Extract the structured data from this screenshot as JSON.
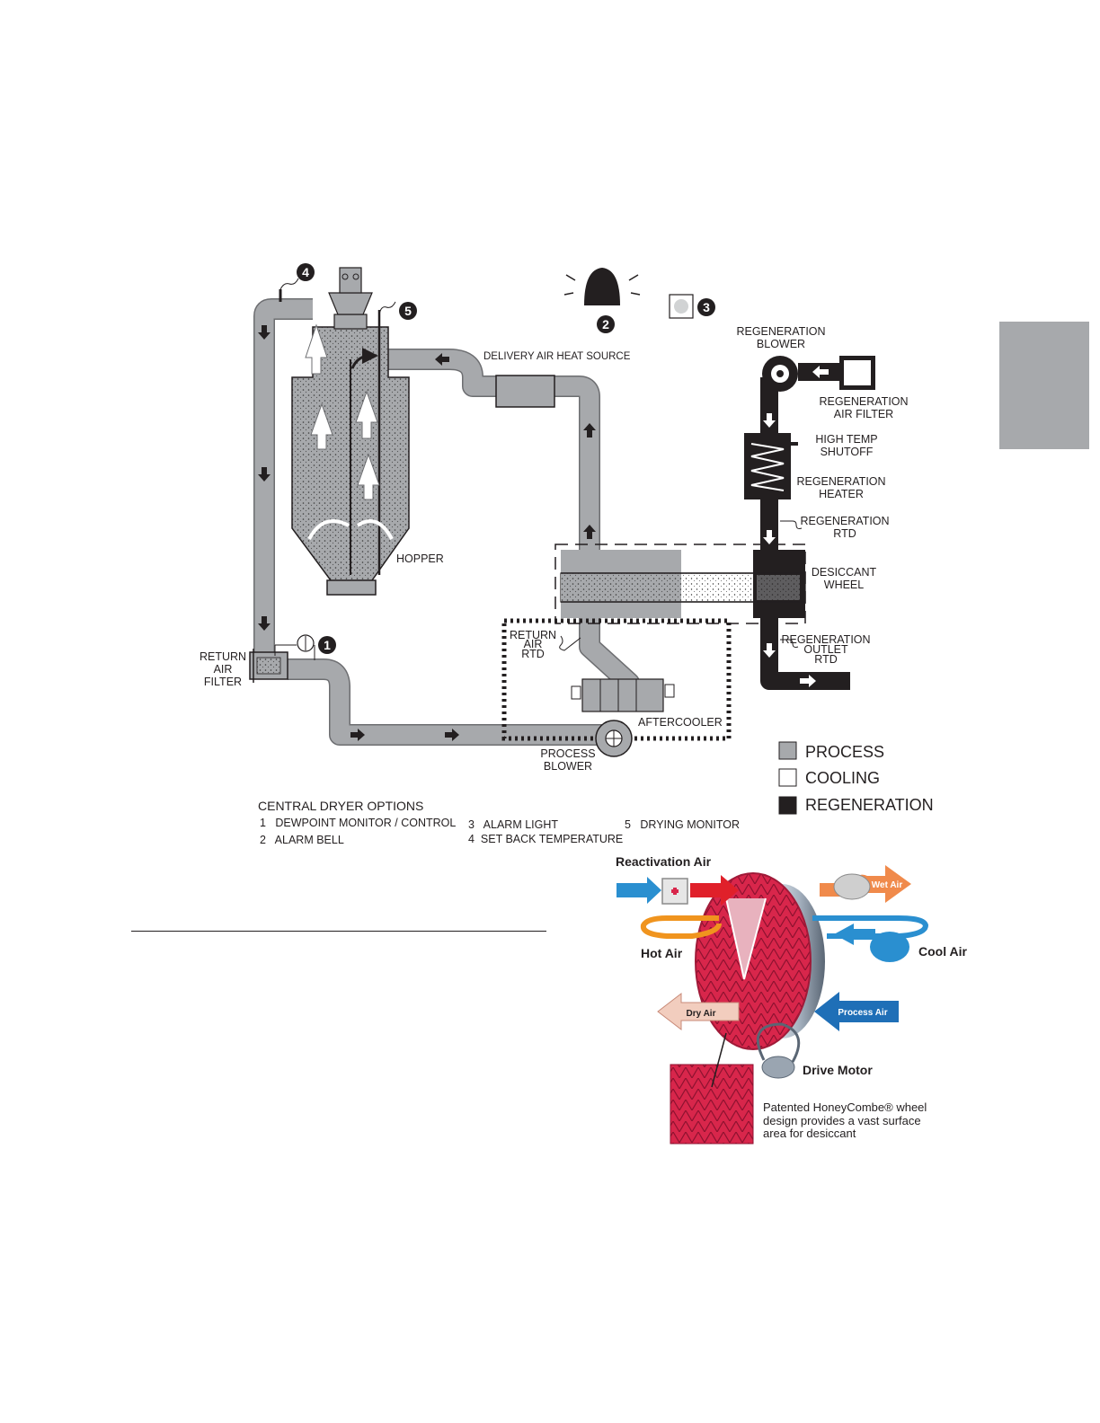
{
  "diagram": {
    "labels": {
      "delivery_air_heat_source": "DELIVERY AIR HEAT SOURCE",
      "hopper": "HOPPER",
      "return_air_filter": [
        "RETURN",
        "AIR",
        "FILTER"
      ],
      "regeneration_blower": [
        "REGENERATION",
        "BLOWER"
      ],
      "regeneration_air_filter": [
        "REGENERATION",
        "AIR FILTER"
      ],
      "high_temp_shutoff": [
        "HIGH TEMP",
        "SHUTOFF"
      ],
      "regeneration_heater": [
        "REGENERATION",
        "HEATER"
      ],
      "regeneration_rtd": [
        "REGENERATION",
        "RTD"
      ],
      "desiccant_wheel": [
        "DESICCANT",
        "WHEEL"
      ],
      "regeneration_outlet_rtd": [
        "REGENERATION",
        "OUTLET",
        "RTD"
      ],
      "return_air_rtd": [
        "RETURN",
        "AIR",
        "RTD"
      ],
      "aftercooler": "AFTERCOOLER",
      "process_blower": [
        "PROCESS",
        "BLOWER"
      ]
    },
    "option_markers": [
      "1",
      "2",
      "3",
      "4",
      "5"
    ],
    "legend": [
      {
        "label": "PROCESS",
        "color": "#a7a9ac"
      },
      {
        "label": "COOLING",
        "color": "#ffffff"
      },
      {
        "label": "REGENERATION",
        "color": "#231f20"
      }
    ],
    "options": {
      "title": "CENTRAL DRYER OPTIONS",
      "items": [
        "1   DEWPOINT MONITOR / CONTROL",
        "2   ALARM BELL",
        "3   ALARM LIGHT",
        "4  SET BACK TEMPERATURE",
        "5   DRYING MONITOR"
      ]
    }
  },
  "wheel_illustration": {
    "reactivation_air": "Reactivation Air",
    "wet_air": "Wet Air",
    "hot_air": "Hot Air",
    "cool_air": "Cool Air",
    "dry_air": "Dry Air",
    "process_air": "Process Air",
    "drive_motor": "Drive Motor",
    "caption": [
      "Patented HoneyCombe® wheel",
      "design provides a vast surface",
      "area for desiccant"
    ]
  },
  "colors": {
    "process_gray": "#a7a9ac",
    "regeneration_black": "#231f20",
    "wheel_red": "#d8264b",
    "air_blue": "#2a8fd0",
    "hot_orange": "#f08a4b"
  }
}
